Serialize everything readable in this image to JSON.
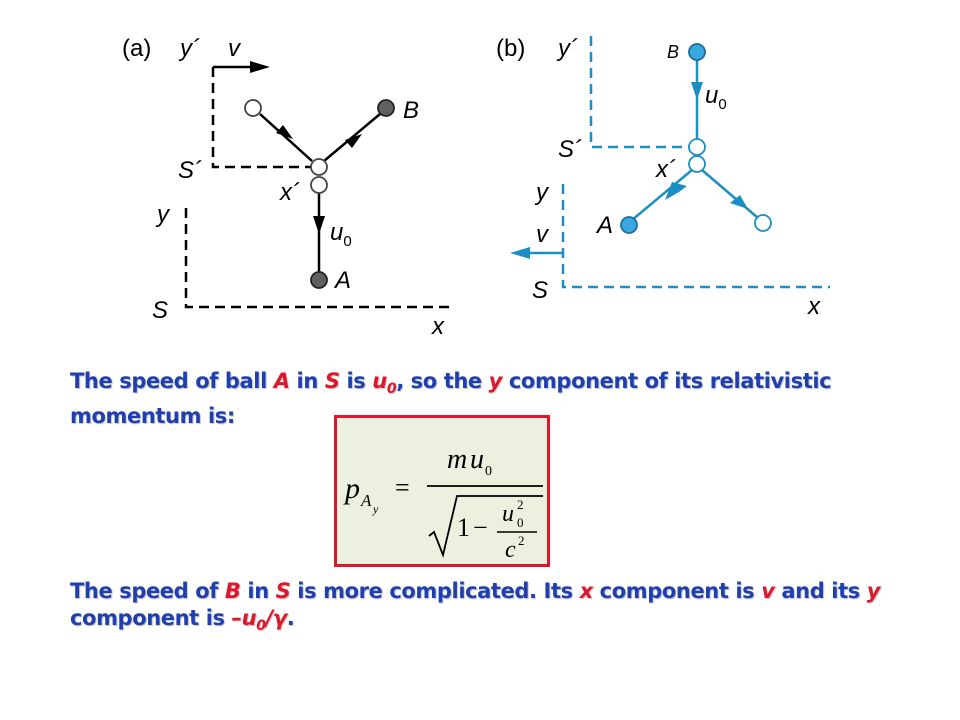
{
  "figure": {
    "panel_a": {
      "tag": "(a)",
      "y_prime": "y´",
      "v": "v",
      "S_prime": "S´",
      "x_prime": "x´",
      "y": "y",
      "S": "S",
      "x": "x",
      "u0_base": "u",
      "u0_sub": "0",
      "ball_A": "A",
      "ball_B": "B",
      "color": "#000000",
      "ball_fill": "#606060"
    },
    "panel_b": {
      "tag": "(b)",
      "y_prime": "y´",
      "S_prime": "S´",
      "x_prime": "x´",
      "y": "y",
      "v": "v",
      "S": "S",
      "x": "x",
      "u0_base": "u",
      "u0_sub": "0",
      "ball_A": "A",
      "ball_B": "B",
      "color": "#1b8fc4",
      "ball_fill": "#3aa8e0"
    }
  },
  "para1": {
    "t1": "The speed of ball ",
    "A": "A",
    "t2": " in ",
    "S": "S",
    "t3": " is ",
    "u": "u",
    "u_sub": "0",
    "t4": ", so the ",
    "y": "y",
    "t5": " component of its relativistic momentum is:"
  },
  "equation": {
    "p": "p",
    "A": "A",
    "y": "y",
    "equals": "=",
    "numerator_m": "m",
    "numerator_u": "u",
    "numerator_sub": "0",
    "one": "1",
    "minus": "−",
    "inner_u": "u",
    "inner_sub": "0",
    "inner_sup": "2",
    "inner_c": "c",
    "inner_c_sup": "2"
  },
  "para2": {
    "t1": "The speed of ",
    "B": "B",
    "t2": " in ",
    "S": "S",
    "t3": " is more complicated. Its ",
    "x": "x",
    "t4": " component is ",
    "v": "v",
    "t5": " and its ",
    "y": "y",
    "t6": " component is ",
    "expr_pre": "–u",
    "expr_sub": "0",
    "expr_post": "/γ",
    "t7": "."
  },
  "colors": {
    "text_blue": "#1f3fb0",
    "highlight_red": "#e0162b",
    "eq_bg": "#ebf1de"
  }
}
